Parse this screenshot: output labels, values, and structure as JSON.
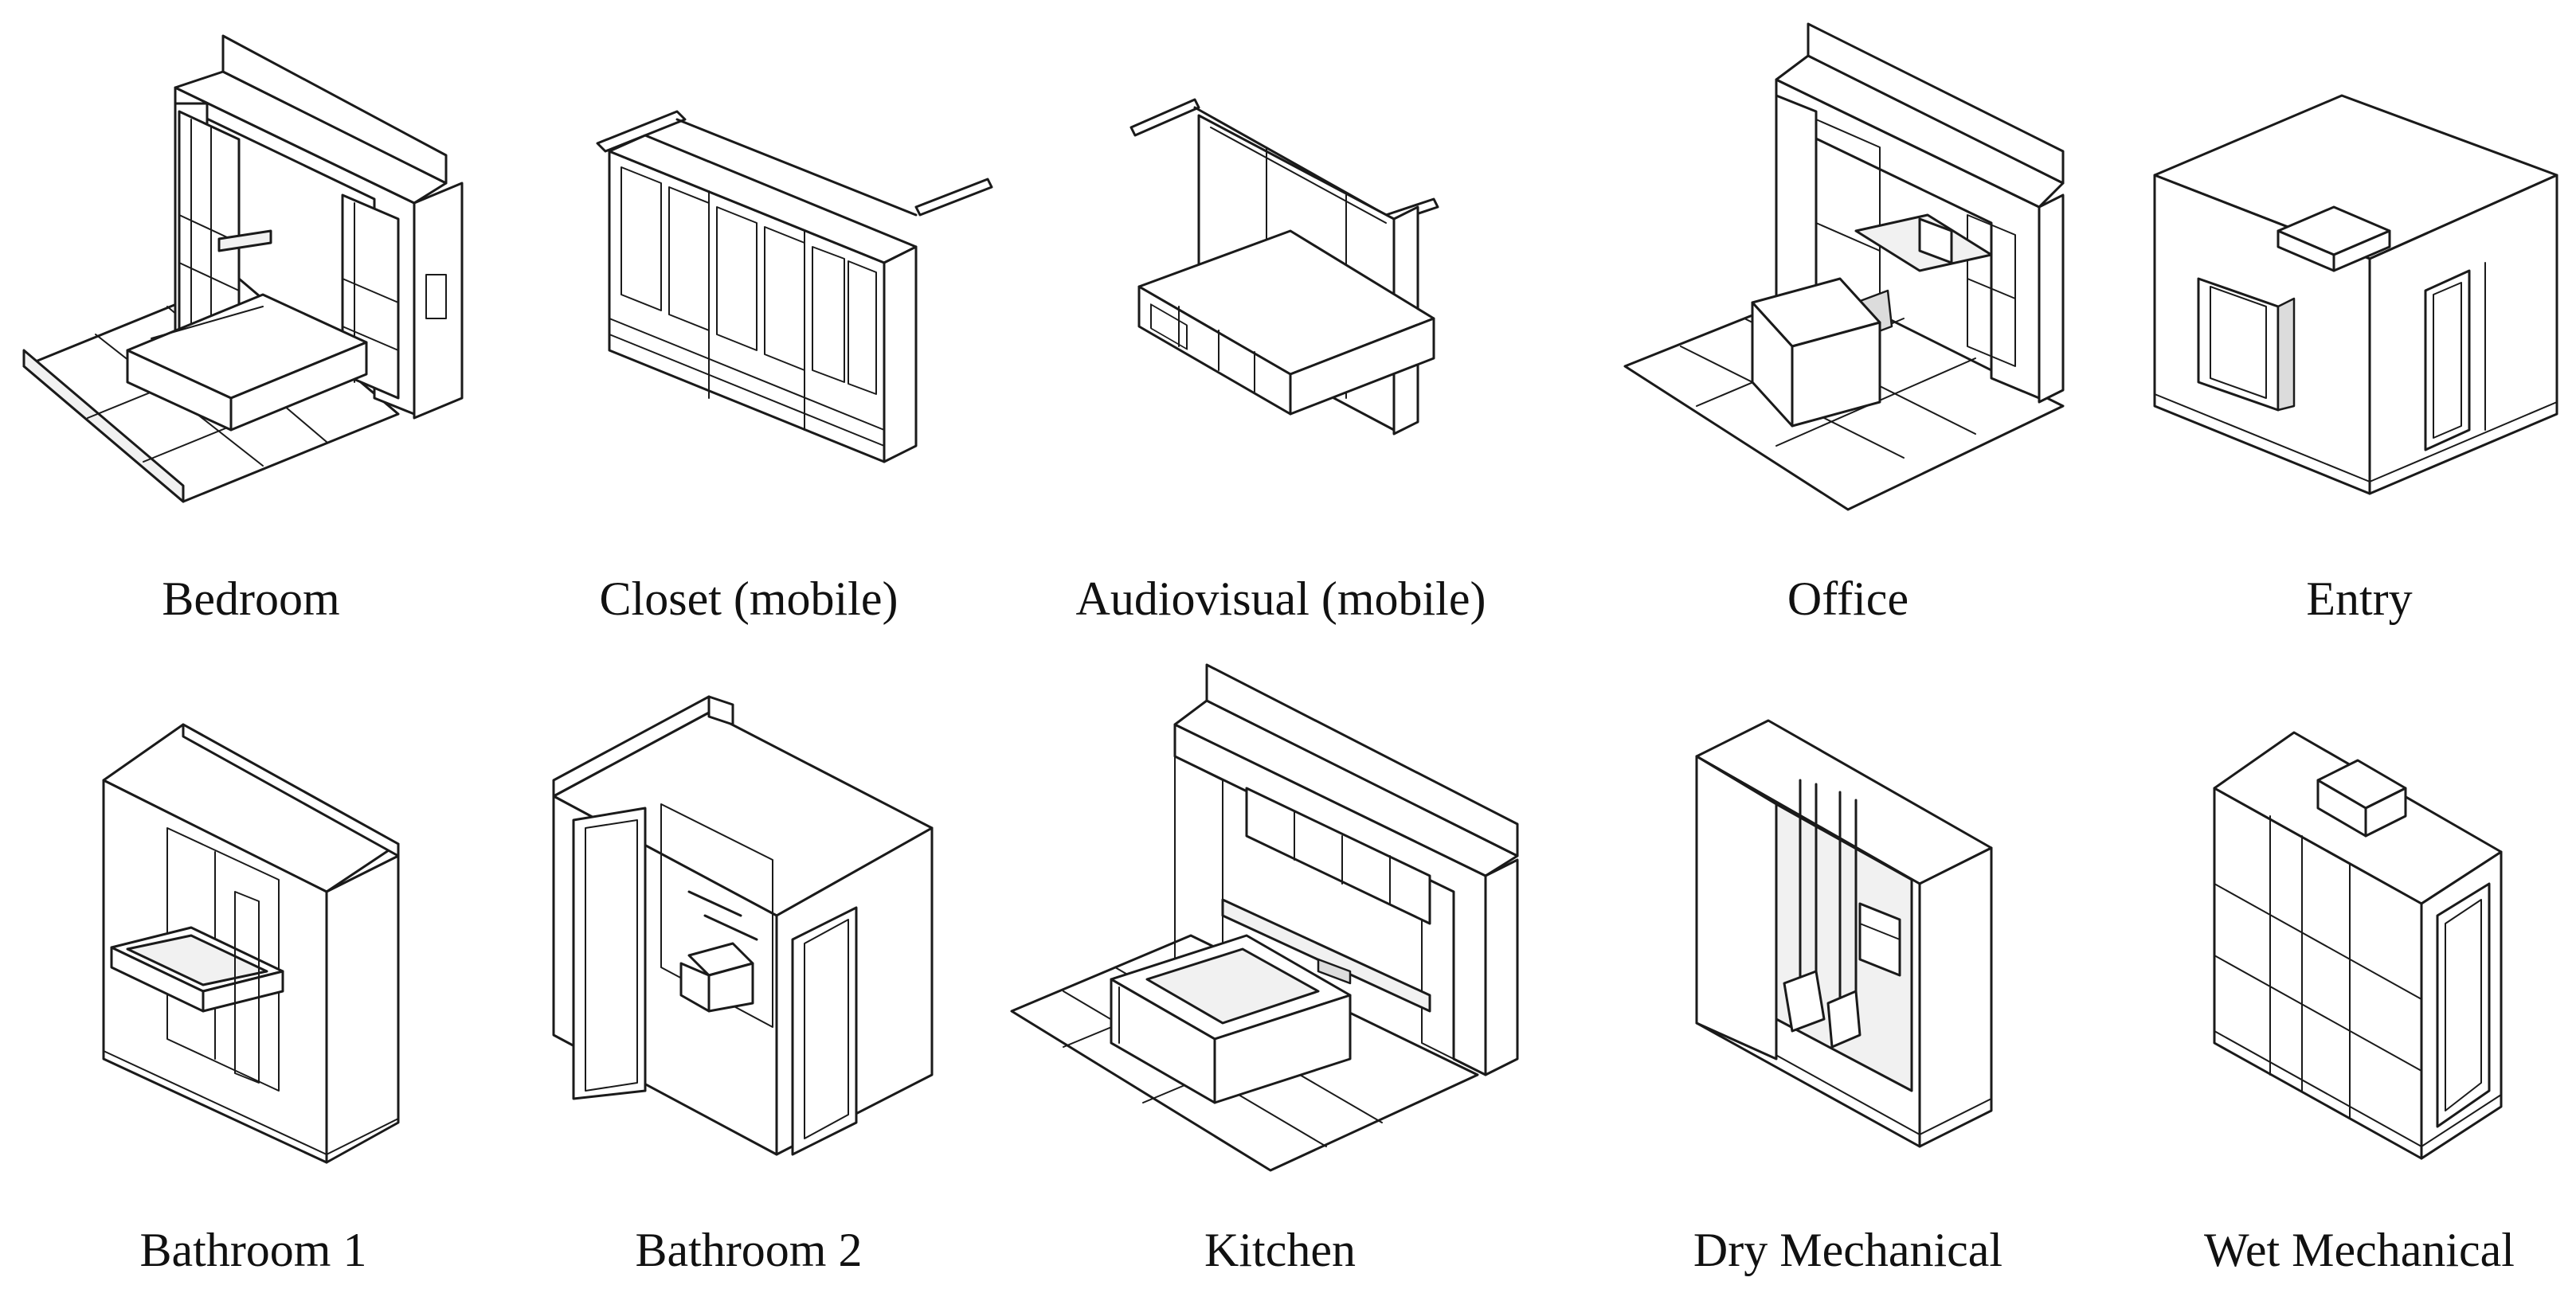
{
  "modules": [
    {
      "id": "bedroom",
      "label": "Bedroom"
    },
    {
      "id": "closet",
      "label": "Closet (mobile)"
    },
    {
      "id": "audiovisual",
      "label": "Audiovisual (mobile)"
    },
    {
      "id": "office",
      "label": "Office"
    },
    {
      "id": "entry",
      "label": "Entry"
    },
    {
      "id": "bathroom1",
      "label": "Bathroom 1"
    },
    {
      "id": "bathroom2",
      "label": "Bathroom 2"
    },
    {
      "id": "kitchen",
      "label": "Kitchen"
    },
    {
      "id": "dry-mechanical",
      "label": "Dry Mechanical"
    },
    {
      "id": "wet-mechanical",
      "label": "Wet Mechanical"
    }
  ]
}
